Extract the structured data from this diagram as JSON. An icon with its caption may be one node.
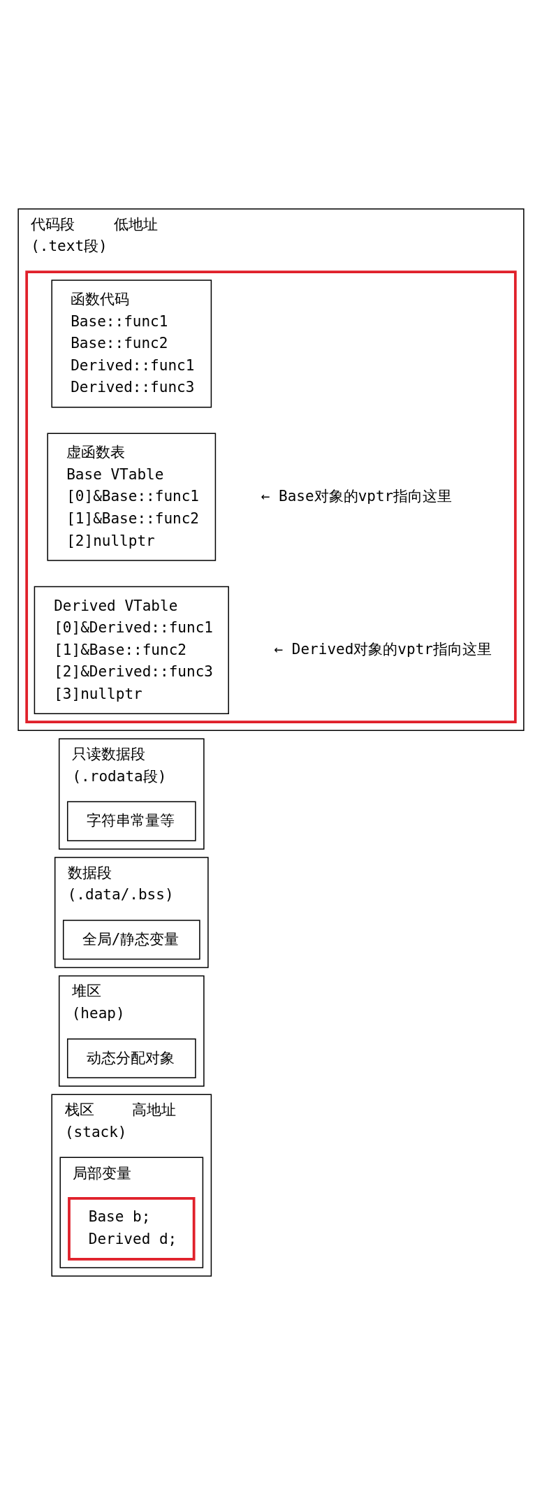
{
  "diagram": {
    "nodes": [
      {
        "text": [
          "代码段",
          "(.text段)"
        ],
        "beside": [
          "低地址"
        ]
      },
      {
        "text": [],
        "shape": "box",
        "in": 0
      },
      {
        "text": [
          "函数代码",
          "Base::func1",
          "Base::func2",
          "Derived::func1",
          "Derived::func3"
        ],
        "in": 1
      },
      {
        "text": [
          "虚函数表",
          "Base VTable",
          "[0]&Base::func1",
          "[1]&Base::func2",
          "[2]nullptr"
        ],
        "beside": [
          "← Base对象的vptr指向这里"
        ],
        "in": 1
      },
      {
        "text": [
          "Derived VTable",
          "[0]&Derived::func1",
          "[1]&Base::func2",
          "[2]&Derived::func3",
          "[3]nullptr"
        ],
        "beside": [
          "← Derived对象的vptr指向这里"
        ],
        "in": 1
      },
      {
        "text": [
          "只读数据段",
          "(.rodata段)"
        ]
      },
      {
        "text": [
          "字符串常量等"
        ],
        "in": 5
      },
      {
        "text": [
          "数据段",
          "(.data/.bss)"
        ]
      },
      {
        "text": [
          "全局/静态变量"
        ],
        "in": 7
      },
      {
        "text": [
          "堆区",
          "(heap)"
        ]
      },
      {
        "text": [
          "动态分配对象"
        ],
        "in": 9
      },
      {
        "text": [
          "栈区",
          "(stack)"
        ],
        "beside": [
          "高地址"
        ]
      },
      {
        "text": [
          "局部变量"
        ],
        "in": 11
      },
      {
        "text": [
          "Base b;",
          "Derived d;"
        ],
        "in": 12
      }
    ]
  }
}
